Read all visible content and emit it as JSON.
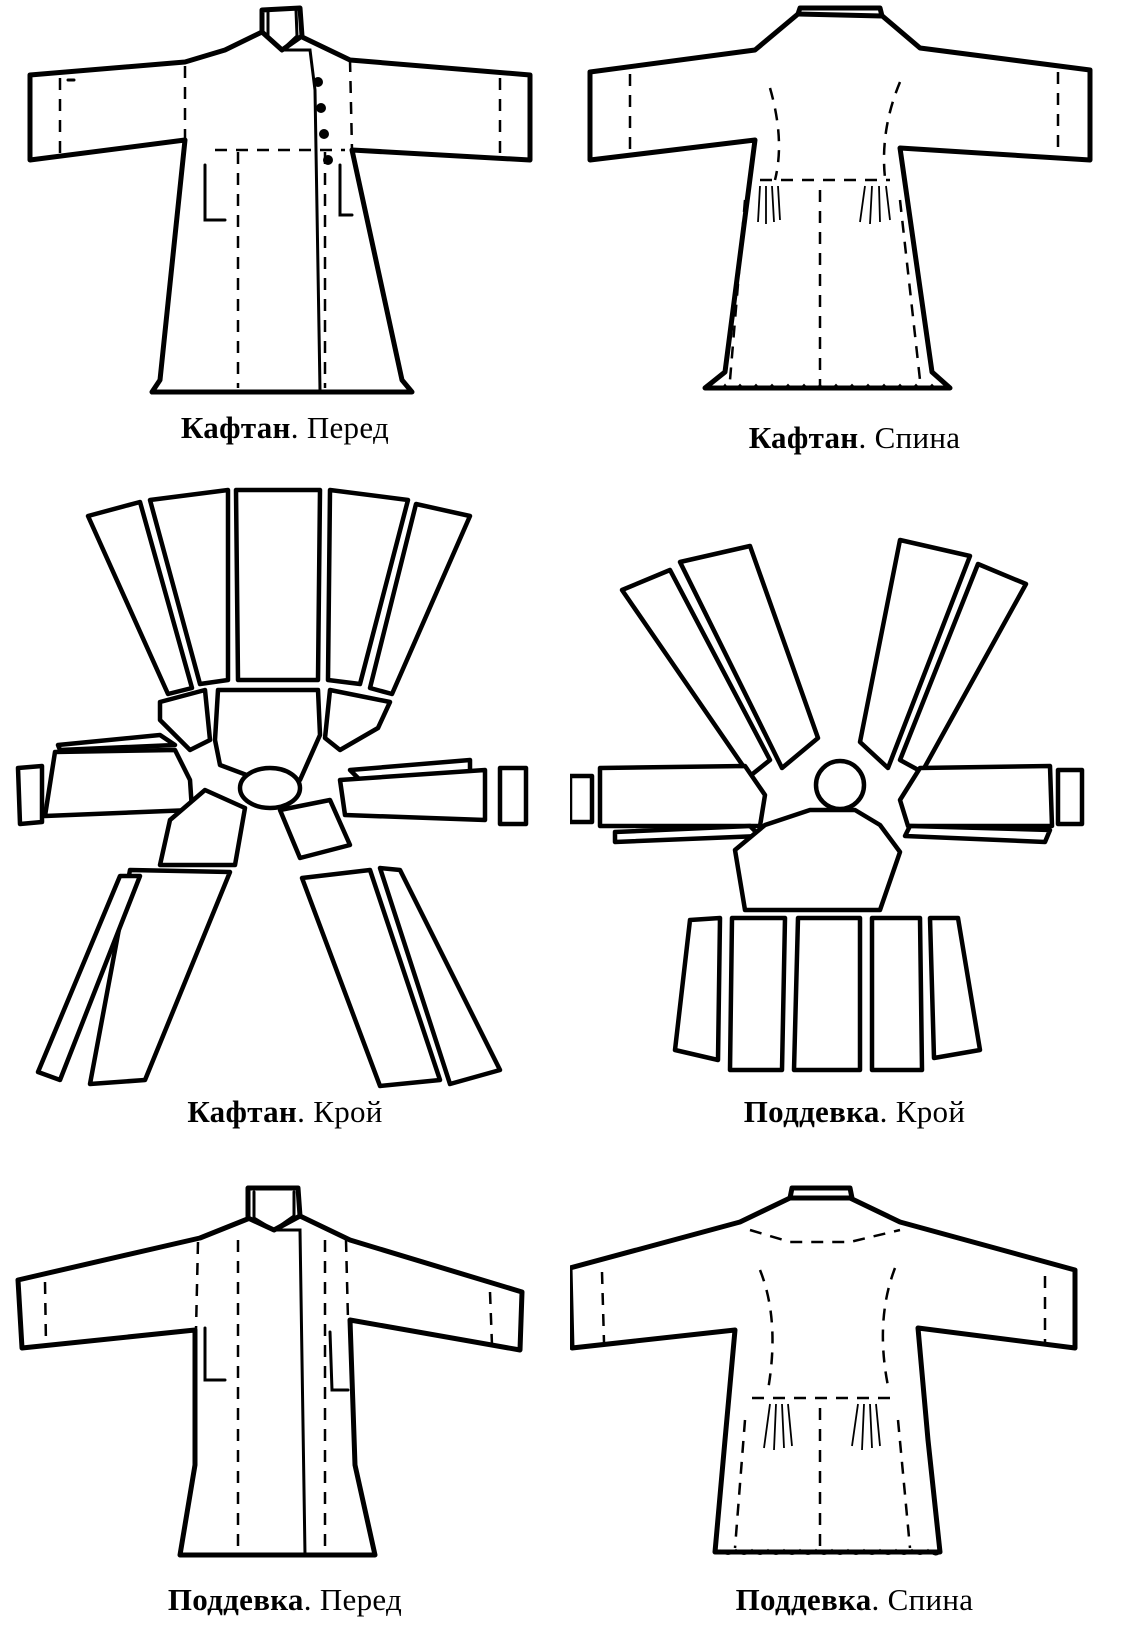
{
  "figures": [
    {
      "id": "kaftan-front",
      "title": "Кафтан",
      "subtitle": "Перед"
    },
    {
      "id": "kaftan-back",
      "title": "Кафтан",
      "subtitle": "Спина"
    },
    {
      "id": "kaftan-cut",
      "title": "Кафтан",
      "subtitle": "Крой"
    },
    {
      "id": "poddevka-cut",
      "title": "Поддевка",
      "subtitle": "Крой"
    },
    {
      "id": "poddevka-front",
      "title": "Поддевка",
      "subtitle": "Перед"
    },
    {
      "id": "poddevka-back",
      "title": "Поддевка",
      "subtitle": "Спина"
    }
  ],
  "separator": ". "
}
